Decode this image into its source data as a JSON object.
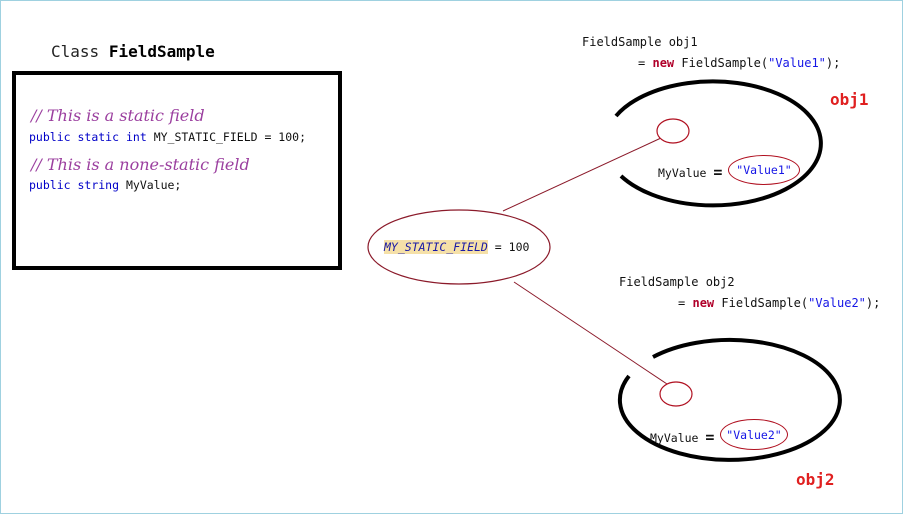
{
  "class_title": {
    "prefix": "Class",
    "name": "FieldSample"
  },
  "class_body": {
    "comment_static": "// This is a static field",
    "static_decl": {
      "kw1": "public",
      "kw2": "static",
      "kw3": "int",
      "rest": "MY_STATIC_FIELD = 100;"
    },
    "comment_nonstatic": "// This is a none-static field",
    "instance_decl": {
      "kw1": "public",
      "kw2": "string",
      "rest": "MyValue;"
    }
  },
  "static_field": {
    "name": "MY_STATIC_FIELD",
    "rest": "= 100"
  },
  "objects": [
    {
      "label": "obj1",
      "decl": "FieldSample obj1",
      "assign_eq": "=",
      "assign_new": "new",
      "assign_class": "FieldSample(",
      "assign_arg": "\"Value1\"",
      "assign_end": ");",
      "field_name": "MyValue",
      "field_eq": "=",
      "field_value": "\"Value1\""
    },
    {
      "label": "obj2",
      "decl": "FieldSample obj2",
      "assign_eq": "=",
      "assign_new": "new",
      "assign_class": "FieldSample(",
      "assign_arg": "\"Value2\"",
      "assign_end": ");",
      "field_name": "MyValue",
      "field_eq": "=",
      "field_value": "\"Value2\""
    }
  ],
  "colors": {
    "comment": "#9b3f9f",
    "keyword": "#0000c8",
    "string": "#1515e6",
    "object_label": "#e02020",
    "connector": "#8b1a2a",
    "highlight": "#f5e0a8"
  }
}
